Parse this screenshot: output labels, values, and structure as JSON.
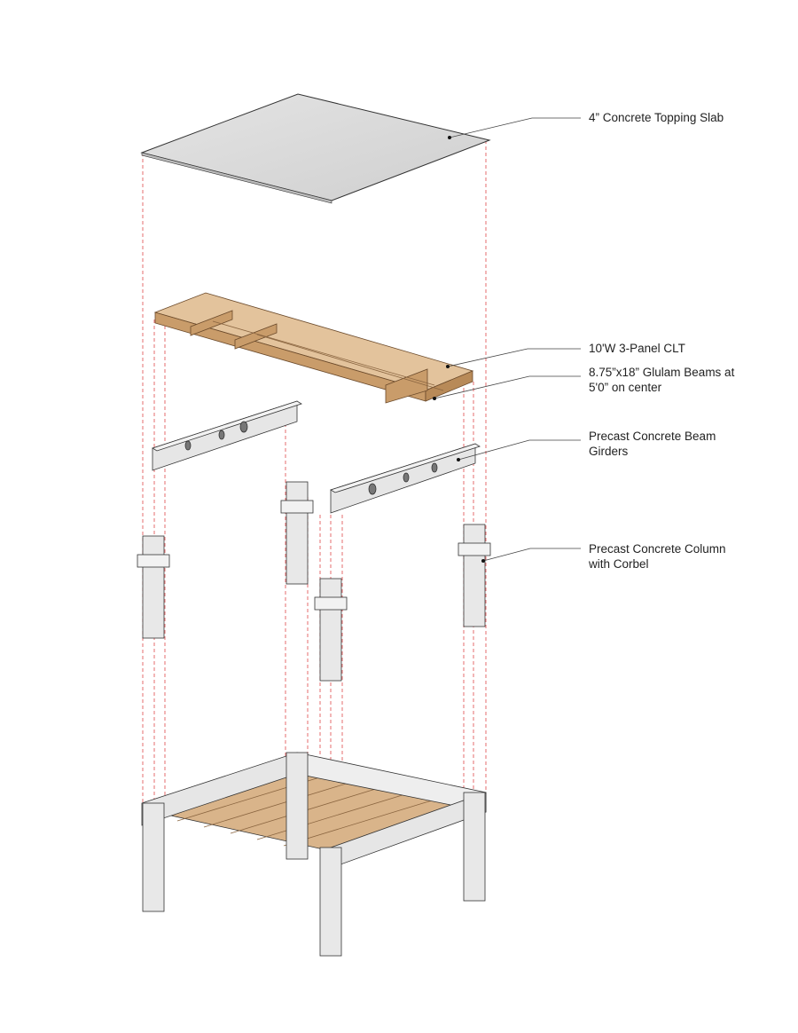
{
  "labels": {
    "slab": "4” Concrete Topping Slab",
    "clt": "10'W 3-Panel CLT",
    "glulam_line1": "8.75”x18” Glulam Beams at",
    "glulam_line2": "5'0” on center",
    "girder_line1": "Precast Concrete Beam",
    "girder_line2": "Girders",
    "column_line1": "Precast Concrete Column",
    "column_line2": "with Corbel"
  },
  "colors": {
    "concrete": "#dcdcdc",
    "timber": "#d9b48a",
    "guide": "#e0484a",
    "line": "#333333"
  }
}
